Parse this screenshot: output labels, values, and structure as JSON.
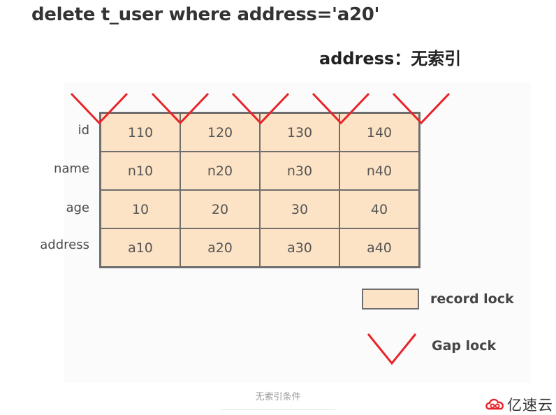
{
  "title": "delete t_user where address='a20'",
  "subtitle": "address：无索引",
  "row_labels": [
    "id",
    "name",
    "age",
    "address"
  ],
  "table": [
    [
      "110",
      "120",
      "130",
      "140"
    ],
    [
      "n10",
      "n20",
      "n30",
      "n40"
    ],
    [
      "10",
      "20",
      "30",
      "40"
    ],
    [
      "a10",
      "a20",
      "a30",
      "a40"
    ]
  ],
  "legend": {
    "record_lock": "record lock",
    "gap_lock": "Gap lock"
  },
  "colors": {
    "record_fill": "#fde3c5",
    "gap_stroke": "#e8242a",
    "border": "#6e6e6e"
  },
  "caption": "无索引条件",
  "watermark": {
    "text": "亿速云",
    "icon": "cloud-logo-icon"
  }
}
